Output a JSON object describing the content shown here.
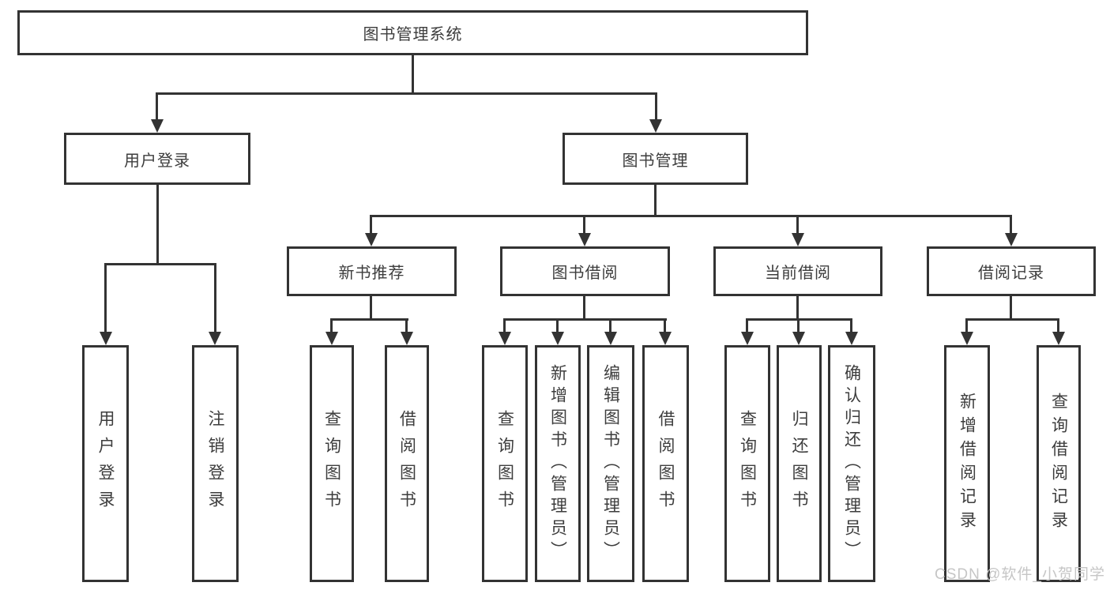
{
  "diagram": {
    "root": {
      "label": "图书管理系统"
    },
    "branches": [
      {
        "label": "用户登录",
        "children": [
          {
            "label": "用户登录"
          },
          {
            "label": "注销登录"
          }
        ]
      },
      {
        "label": "图书管理",
        "children": [
          {
            "label": "新书推荐",
            "children": [
              {
                "label": "查询图书"
              },
              {
                "label": "借阅图书"
              }
            ]
          },
          {
            "label": "图书借阅",
            "children": [
              {
                "label": "查询图书"
              },
              {
                "label": "新增图书（管理员）"
              },
              {
                "label": "编辑图书（管理员）"
              },
              {
                "label": "借阅图书"
              }
            ]
          },
          {
            "label": "当前借阅",
            "children": [
              {
                "label": "查询图书"
              },
              {
                "label": "归还图书"
              },
              {
                "label": "确认归还（管理员）"
              }
            ]
          },
          {
            "label": "借阅记录",
            "children": [
              {
                "label": "新增借阅记录"
              },
              {
                "label": "查询借阅记录"
              }
            ]
          }
        ]
      }
    ],
    "line_color": "#333333",
    "text_color": "#3d3d3d",
    "background_color": "#ffffff"
  },
  "watermark": {
    "text": "CSDN @软件_小贺同学",
    "color": "#c6c6c6"
  }
}
